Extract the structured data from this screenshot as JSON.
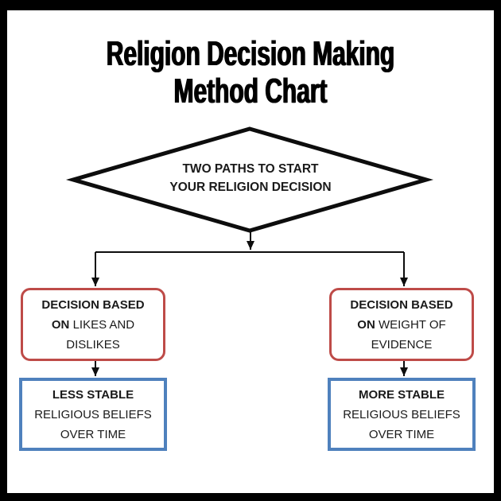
{
  "colors": {
    "accent_red": "#BE4B48",
    "accent_blue": "#4F81BD",
    "line_black": "#0d0d0d",
    "text": "#1a1a1a",
    "background": "#ffffff",
    "frame": "#000000"
  },
  "title": {
    "line1": "Religion Decision Making",
    "line2": "Method Chart"
  },
  "diamond": {
    "line1": "TWO PATHS TO START",
    "line2": "YOUR RELIGION DECISION"
  },
  "boxes": {
    "left_red": {
      "line1": "DECISION BASED",
      "line2_bold": "ON",
      "line2_rest": "LIKES AND",
      "line3": "DISLIKES"
    },
    "right_red": {
      "line1": "DECISION BASED",
      "line2_bold": "ON",
      "line2_rest": "WEIGHT OF",
      "line3": "EVIDENCE"
    },
    "left_blue": {
      "line1": "LESS STABLE",
      "line2": "RELIGIOUS BELIEFS",
      "line3": "OVER TIME"
    },
    "right_blue": {
      "line1": "MORE STABLE",
      "line2": "RELIGIOUS BELIEFS",
      "line3": "OVER TIME"
    }
  }
}
